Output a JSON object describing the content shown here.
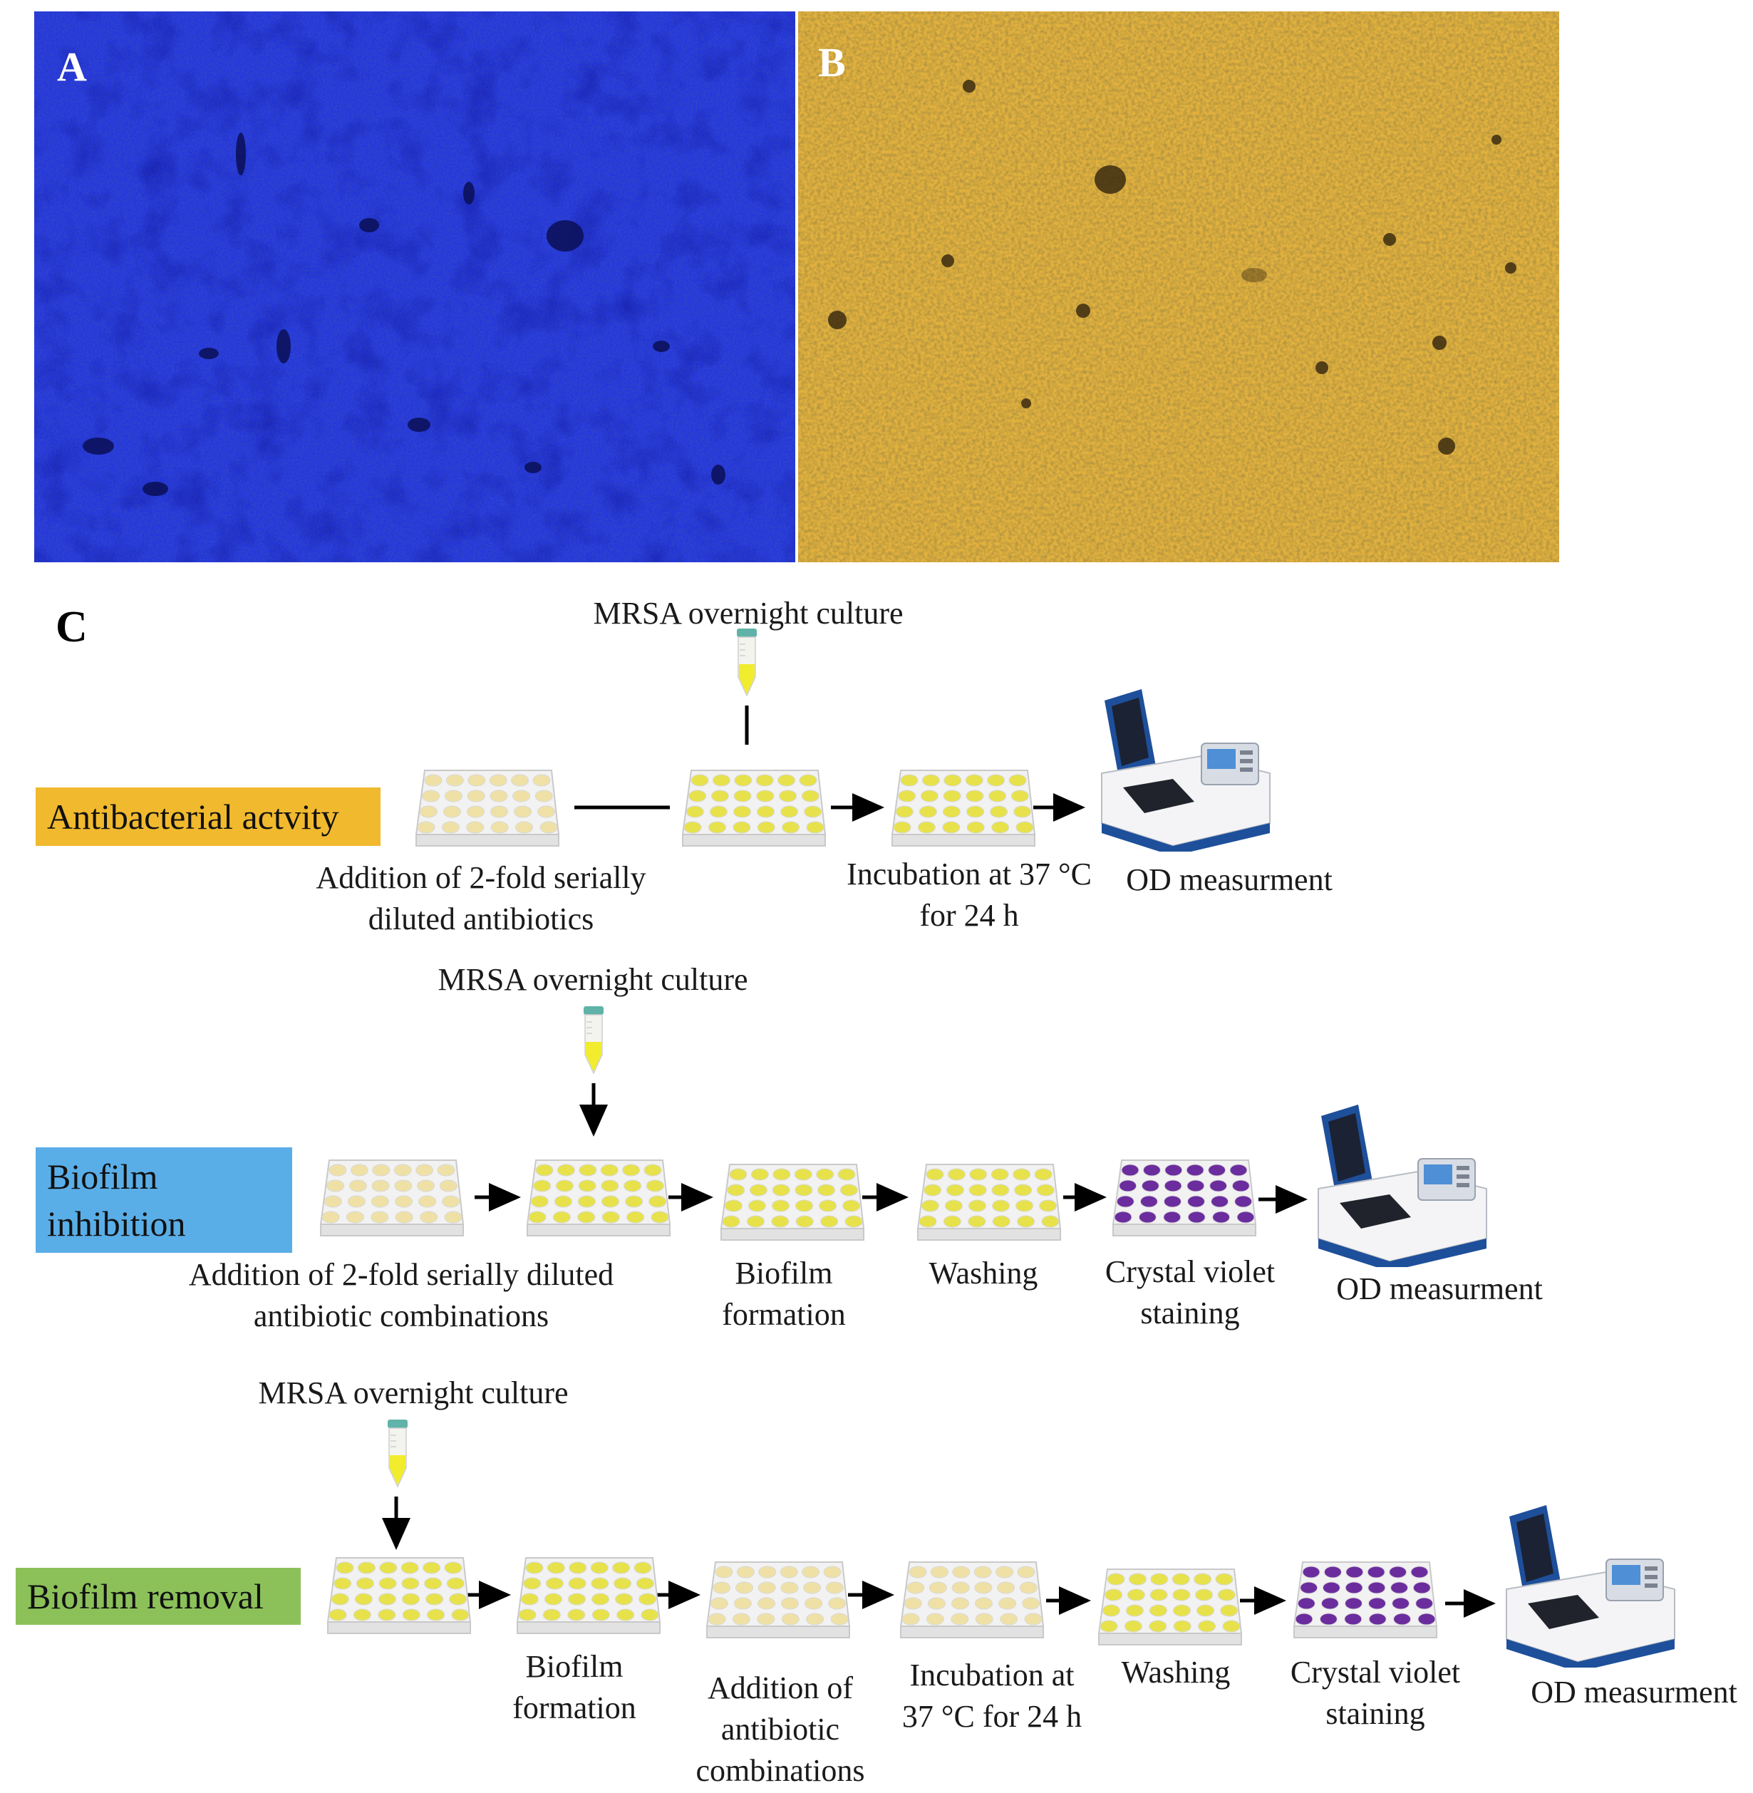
{
  "panels": {
    "a": {
      "letter": "A"
    },
    "b": {
      "letter": "B"
    },
    "c": {
      "letter": "C"
    }
  },
  "colors": {
    "panel_a_bg": "#1f2fd8",
    "panel_b_bg": "#d7a63a",
    "antibacterial_tag": "#f1b92e",
    "inhibition_tag": "#5aaee8",
    "removal_tag": "#8cc15a",
    "well_yellow": "#e7e24b",
    "well_light": "#efe1a6",
    "well_purple": "#6b2d9e",
    "tube_cap": "#5fb3a8",
    "spectro_blue": "#1e4f9a"
  },
  "rows": {
    "antibacterial": {
      "tag": "Antibacterial actvity",
      "culture": "MRSA overnight culture",
      "steps": [
        {
          "label": "Addition of 2-fold serially diluted antibiotics"
        },
        {
          "label": ""
        },
        {
          "label": "Incubation at 37 °C for 24 h"
        },
        {
          "label": "OD measurment"
        }
      ]
    },
    "inhibition": {
      "tag": "Biofilm inhibition",
      "culture": "MRSA overnight culture",
      "steps": [
        {
          "label": "Addition of 2-fold serially diluted antibiotic combinations"
        },
        {
          "label": ""
        },
        {
          "label": "Biofilm formation"
        },
        {
          "label": "Washing"
        },
        {
          "label": "Crystal violet staining"
        },
        {
          "label": "OD measurment"
        }
      ]
    },
    "removal": {
      "tag": "Biofilm removal",
      "culture": "MRSA overnight culture",
      "steps": [
        {
          "label": ""
        },
        {
          "label": "Biofilm formation"
        },
        {
          "label": "Addition of antibiotic combinations"
        },
        {
          "label": "Incubation at 37 °C for 24 h"
        },
        {
          "label": "Washing"
        },
        {
          "label": "Crystal violet staining"
        },
        {
          "label": "OD measurment"
        }
      ]
    }
  }
}
